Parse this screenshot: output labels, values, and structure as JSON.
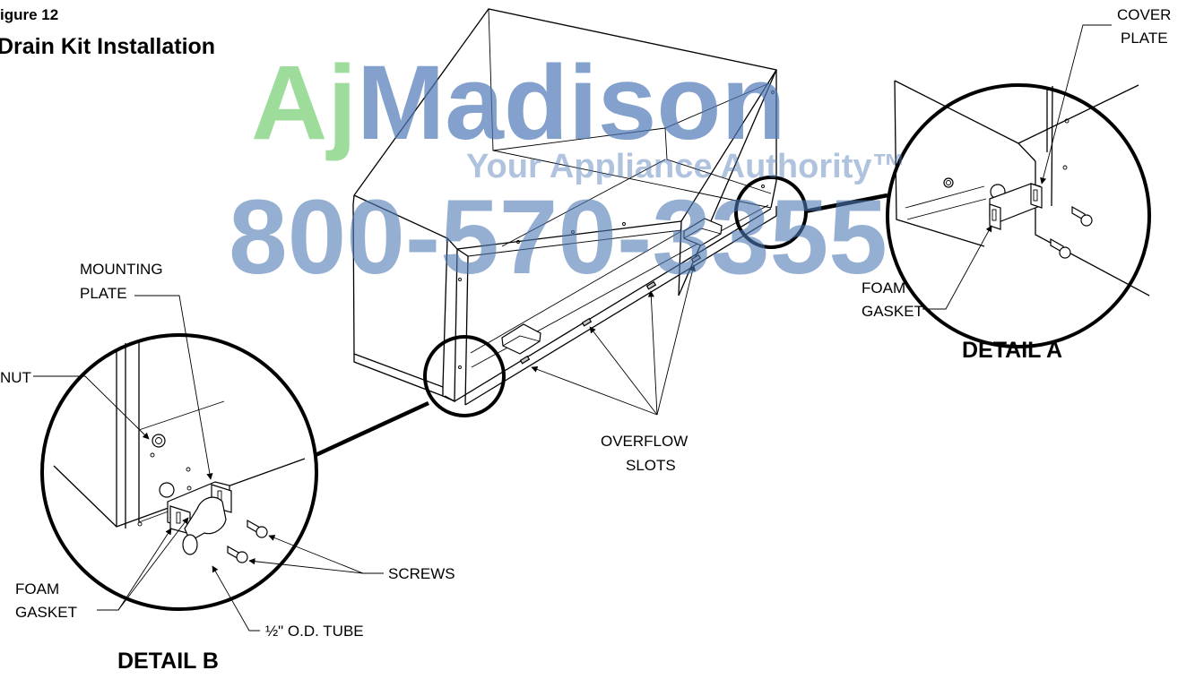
{
  "figure": {
    "number": "igure 12",
    "title": "Drain Kit Installation"
  },
  "watermark": {
    "brand": "AjMadison",
    "tagline": "Your Appliance Authority™",
    "phone": "800-570-3355",
    "colors": {
      "green": "#7ed07a",
      "blue": "#4f79b6"
    }
  },
  "labels": {
    "cover_plate_line1": "COVER",
    "cover_plate_line2": "PLATE",
    "foam_gasket_a_line1": "FOAM",
    "foam_gasket_a_line2": "GASKET",
    "detail_a": "DETAIL A",
    "mounting_plate_line1": "MOUNTING",
    "mounting_plate_line2": "PLATE",
    "nut": "NUT",
    "overflow_slots_line1": "OVERFLOW",
    "overflow_slots_line2": "SLOTS",
    "screws": "SCREWS",
    "foam_gasket_b_line1": "FOAM",
    "foam_gasket_b_line2": "GASKET",
    "tube": "½\" O.D. TUBE",
    "detail_b": "DETAIL B"
  }
}
